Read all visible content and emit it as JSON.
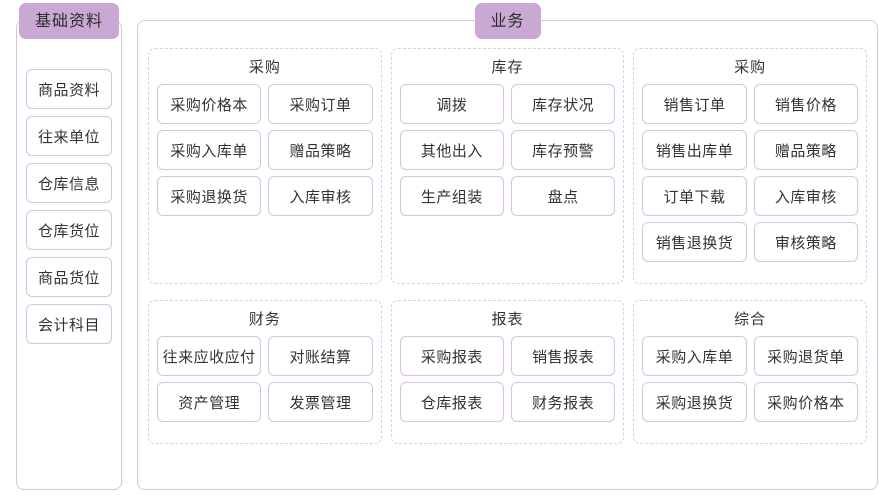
{
  "colors": {
    "badge_bg": "#c9a9d4",
    "panel_border": "#d9c2e0",
    "group_border": "#ccd4ef",
    "text": "#333333",
    "background": "#ffffff"
  },
  "sidebar": {
    "title": "基础资料",
    "items": [
      {
        "label": "商品资料"
      },
      {
        "label": "往来单位"
      },
      {
        "label": "仓库信息"
      },
      {
        "label": "仓库货位"
      },
      {
        "label": "商品货位"
      },
      {
        "label": "会计科目"
      }
    ]
  },
  "business": {
    "title": "业务",
    "rows": [
      {
        "groups": [
          {
            "title": "采购",
            "items": [
              {
                "label": "采购价格本"
              },
              {
                "label": "采购订单"
              },
              {
                "label": "采购入库单"
              },
              {
                "label": "赠品策略"
              },
              {
                "label": "采购退换货"
              },
              {
                "label": "入库审核"
              }
            ]
          },
          {
            "title": "库存",
            "items": [
              {
                "label": "调拨"
              },
              {
                "label": "库存状况"
              },
              {
                "label": "其他出入"
              },
              {
                "label": "库存预警"
              },
              {
                "label": "生产组装"
              },
              {
                "label": "盘点"
              }
            ]
          },
          {
            "title": "采购",
            "items": [
              {
                "label": "销售订单"
              },
              {
                "label": "销售价格"
              },
              {
                "label": "销售出库单"
              },
              {
                "label": "赠品策略"
              },
              {
                "label": "订单下载"
              },
              {
                "label": "入库审核"
              },
              {
                "label": "销售退换货"
              },
              {
                "label": "审核策略"
              }
            ]
          }
        ]
      },
      {
        "groups": [
          {
            "title": "财务",
            "items": [
              {
                "label": "往来应收应付"
              },
              {
                "label": "对账结算"
              },
              {
                "label": "资产管理"
              },
              {
                "label": "发票管理"
              }
            ]
          },
          {
            "title": "报表",
            "items": [
              {
                "label": "采购报表"
              },
              {
                "label": "销售报表"
              },
              {
                "label": "仓库报表"
              },
              {
                "label": "财务报表"
              }
            ]
          },
          {
            "title": "综合",
            "items": [
              {
                "label": "采购入库单"
              },
              {
                "label": "采购退货单"
              },
              {
                "label": "采购退换货"
              },
              {
                "label": "采购价格本"
              }
            ]
          }
        ]
      }
    ]
  }
}
